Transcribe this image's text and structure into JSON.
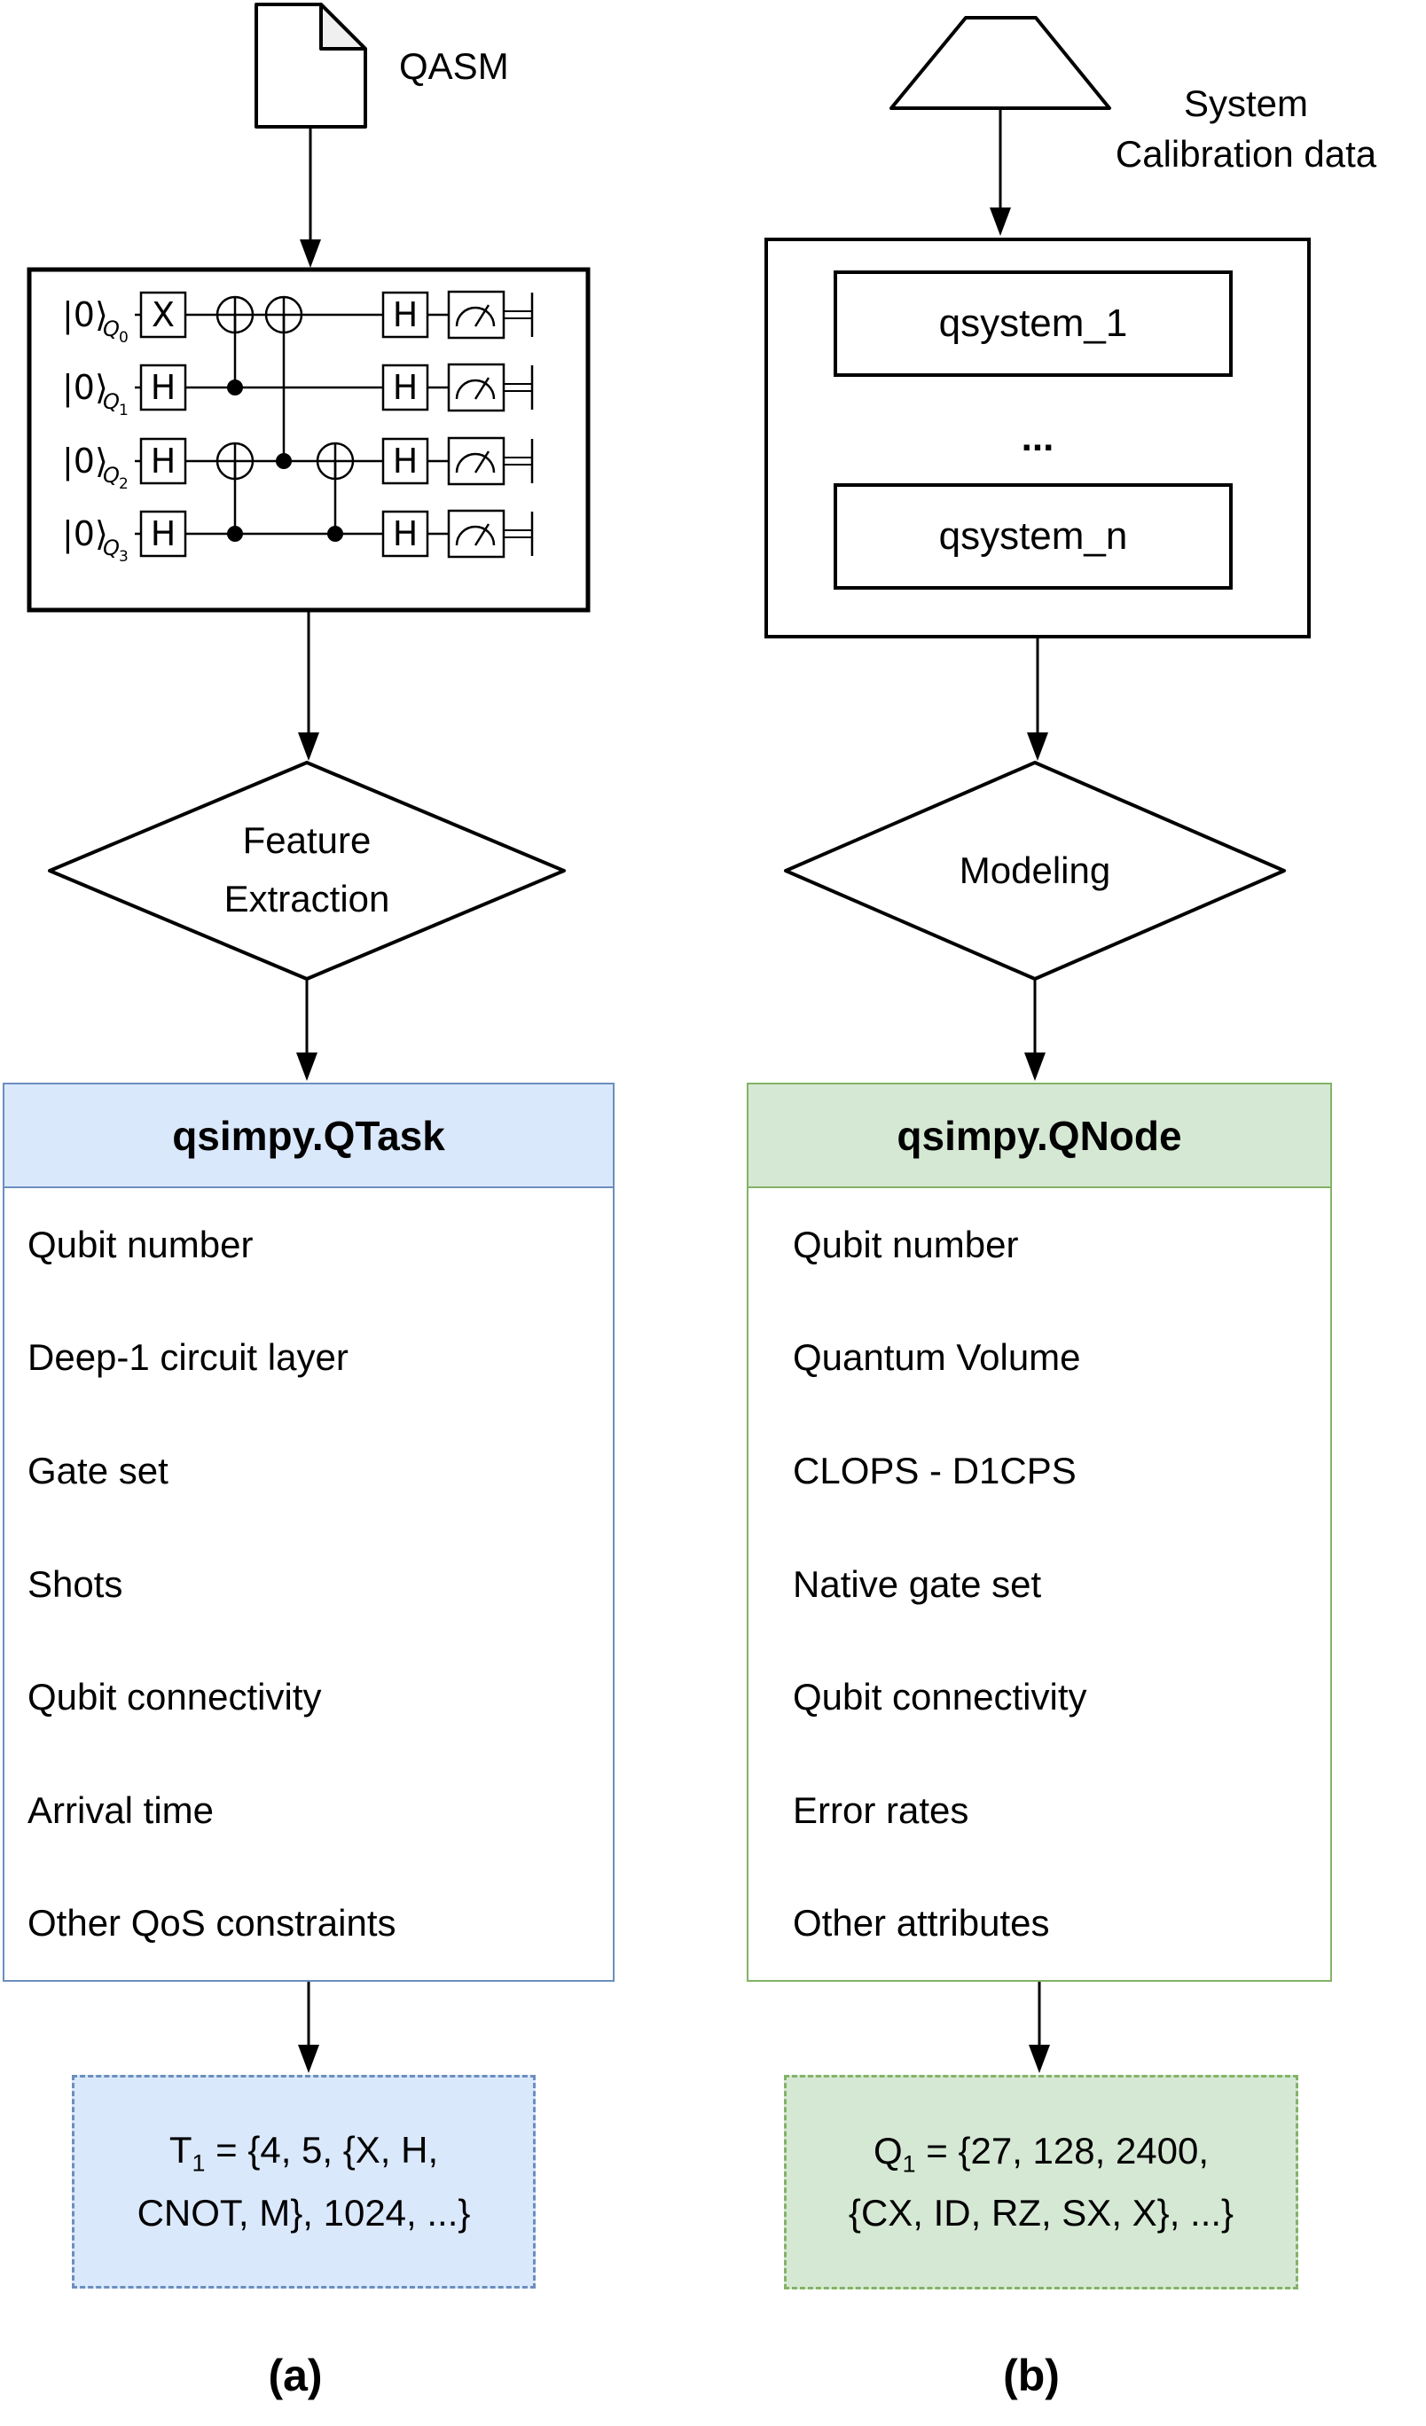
{
  "colors": {
    "blue_fill": "#dae8fc",
    "blue_stroke": "#6c8ebf",
    "green_fill": "#d5e8d4",
    "green_stroke": "#82b366"
  },
  "left": {
    "doc_label": "QASM",
    "circuit": {
      "qubit_kets": [
        "|0⟩",
        "|0⟩",
        "|0⟩",
        "|0⟩"
      ],
      "qubit_letter": "Q",
      "qubit_indices": [
        "0",
        "1",
        "2",
        "3"
      ],
      "col1_gates": [
        "X",
        "H",
        "H",
        "H"
      ],
      "h_gate": "H"
    },
    "diamond": {
      "line1": "Feature",
      "line2": "Extraction"
    },
    "class_box": {
      "title": "qsimpy.QTask",
      "items": [
        "Qubit number",
        "Deep-1 circuit layer",
        "Gate set",
        "Shots",
        "Qubit connectivity",
        "Arrival time",
        "Other QoS constraints"
      ]
    },
    "result_box": {
      "var": "T",
      "sub": "1",
      "line1_rest": " = {4, 5, {X, H,",
      "line2": "CNOT, M}, 1024, ...}"
    },
    "caption": "(a)"
  },
  "right": {
    "input_label": {
      "line1": "System",
      "line2": "Calibration data"
    },
    "systems_box": {
      "first": "qsystem_1",
      "ellipsis": "...",
      "last": "qsystem_n"
    },
    "diamond": {
      "line1": "Modeling"
    },
    "class_box": {
      "title": "qsimpy.QNode",
      "items": [
        "Qubit number",
        "Quantum Volume",
        "CLOPS - D1CPS",
        "Native gate set",
        "Qubit connectivity",
        "Error rates",
        "Other attributes"
      ]
    },
    "result_box": {
      "var": "Q",
      "sub": "1",
      "line1_rest": " = {27, 128, 2400,",
      "line2": "{CX, ID, RZ, SX, X}, ...}"
    },
    "caption": "(b)"
  }
}
